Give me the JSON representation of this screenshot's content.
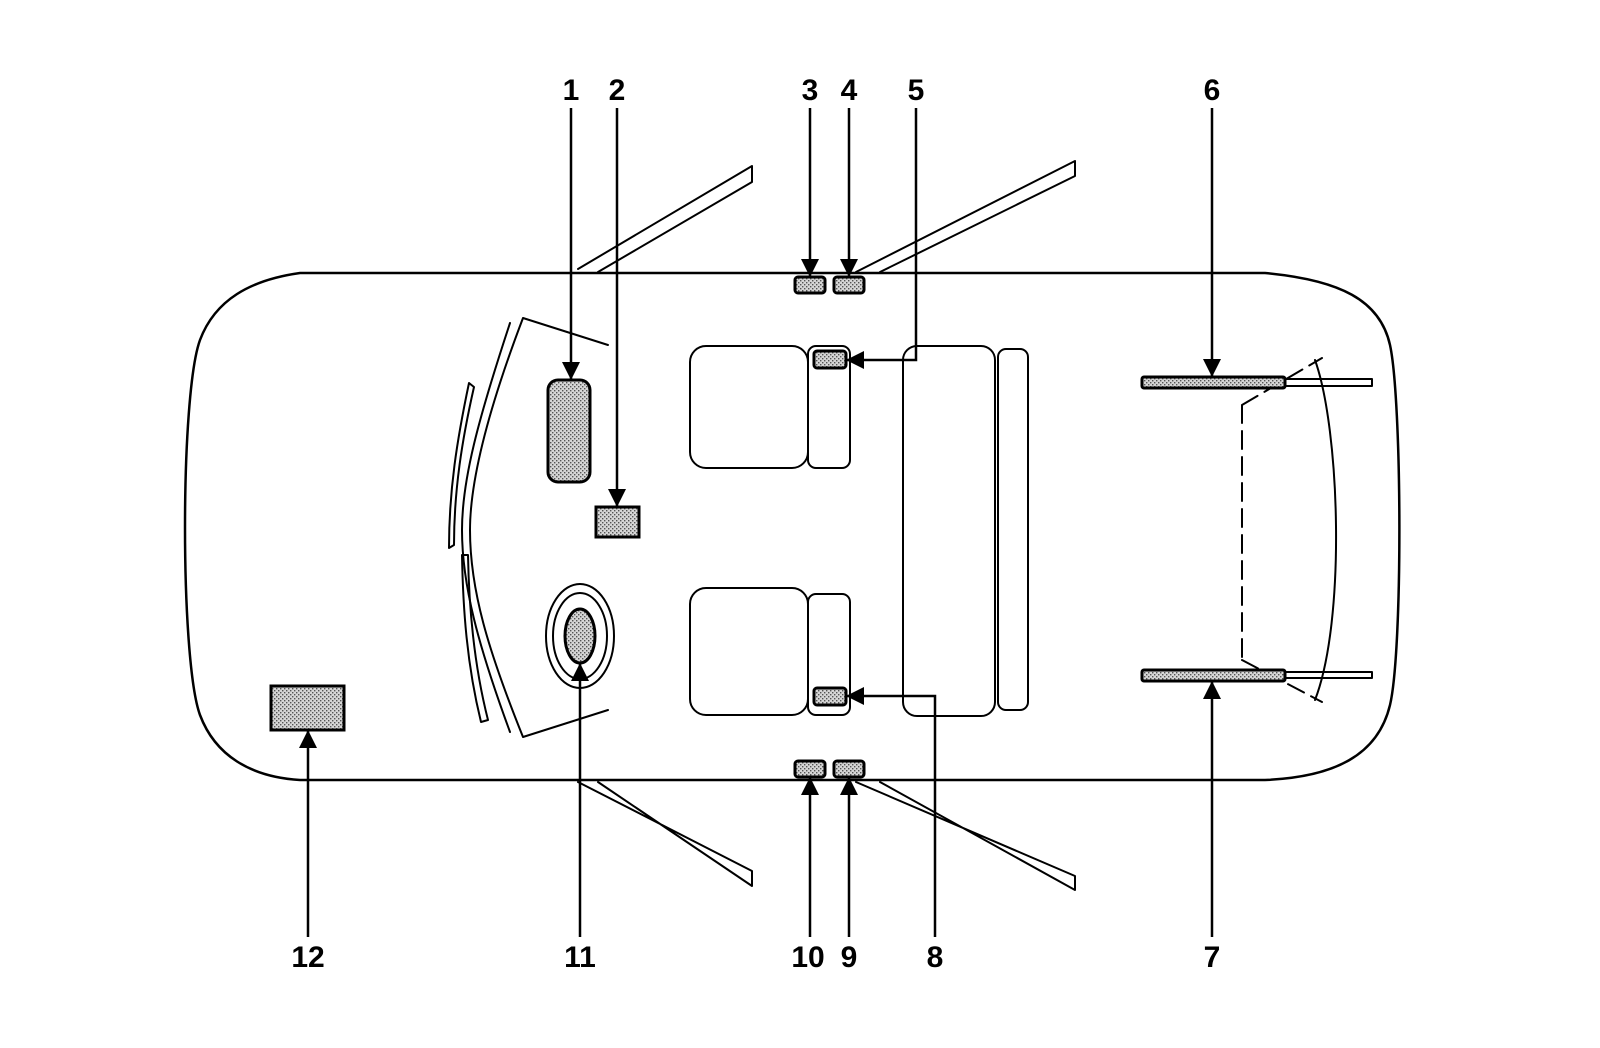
{
  "callouts": [
    {
      "number": "1"
    },
    {
      "number": "2"
    },
    {
      "number": "3"
    },
    {
      "number": "4"
    },
    {
      "number": "5"
    },
    {
      "number": "6"
    },
    {
      "number": "7"
    },
    {
      "number": "8"
    },
    {
      "number": "9"
    },
    {
      "number": "10"
    },
    {
      "number": "11"
    },
    {
      "number": "12"
    }
  ],
  "colors": {
    "line": "#000000",
    "component_fill": "#b8b8b8",
    "background": "#ffffff"
  }
}
